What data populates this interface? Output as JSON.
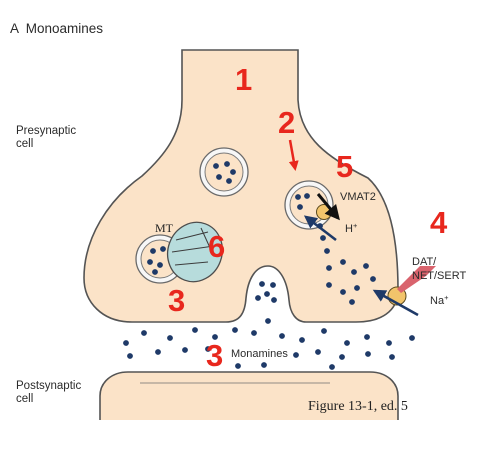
{
  "panel_title": "A  Monoamines",
  "labels": {
    "presynaptic_line1": "Presynaptic",
    "presynaptic_line2": "cell",
    "postsynaptic_line1": "Postsynaptic",
    "postsynaptic_line2": "cell",
    "vmat2": "VMAT2",
    "h_plus": "H",
    "plus_sign": "+",
    "transporter_line1": "DAT/",
    "transporter_line2": "NET/SERT",
    "na_plus": "Na",
    "mt": "MT",
    "cleft": "Monamines"
  },
  "step_numbers": {
    "synthesis": "1",
    "vesicle_arrow": "2",
    "vmat_step": "5",
    "reuptake_step": "4",
    "mt_step": "6",
    "release_step": "3",
    "cleft_step": "3"
  },
  "caption": "Figure 13-1, ed. 5",
  "colors": {
    "cell_fill": "#fbe3c8",
    "outline": "#545454",
    "dot": "#1f3a68",
    "red": "#e8271d",
    "mt_fill": "#b7dcdc",
    "transporter_yellow": "#f2c46b",
    "arrow_navy": "#1f3a68",
    "sodium_arrow": "#d9636d"
  }
}
